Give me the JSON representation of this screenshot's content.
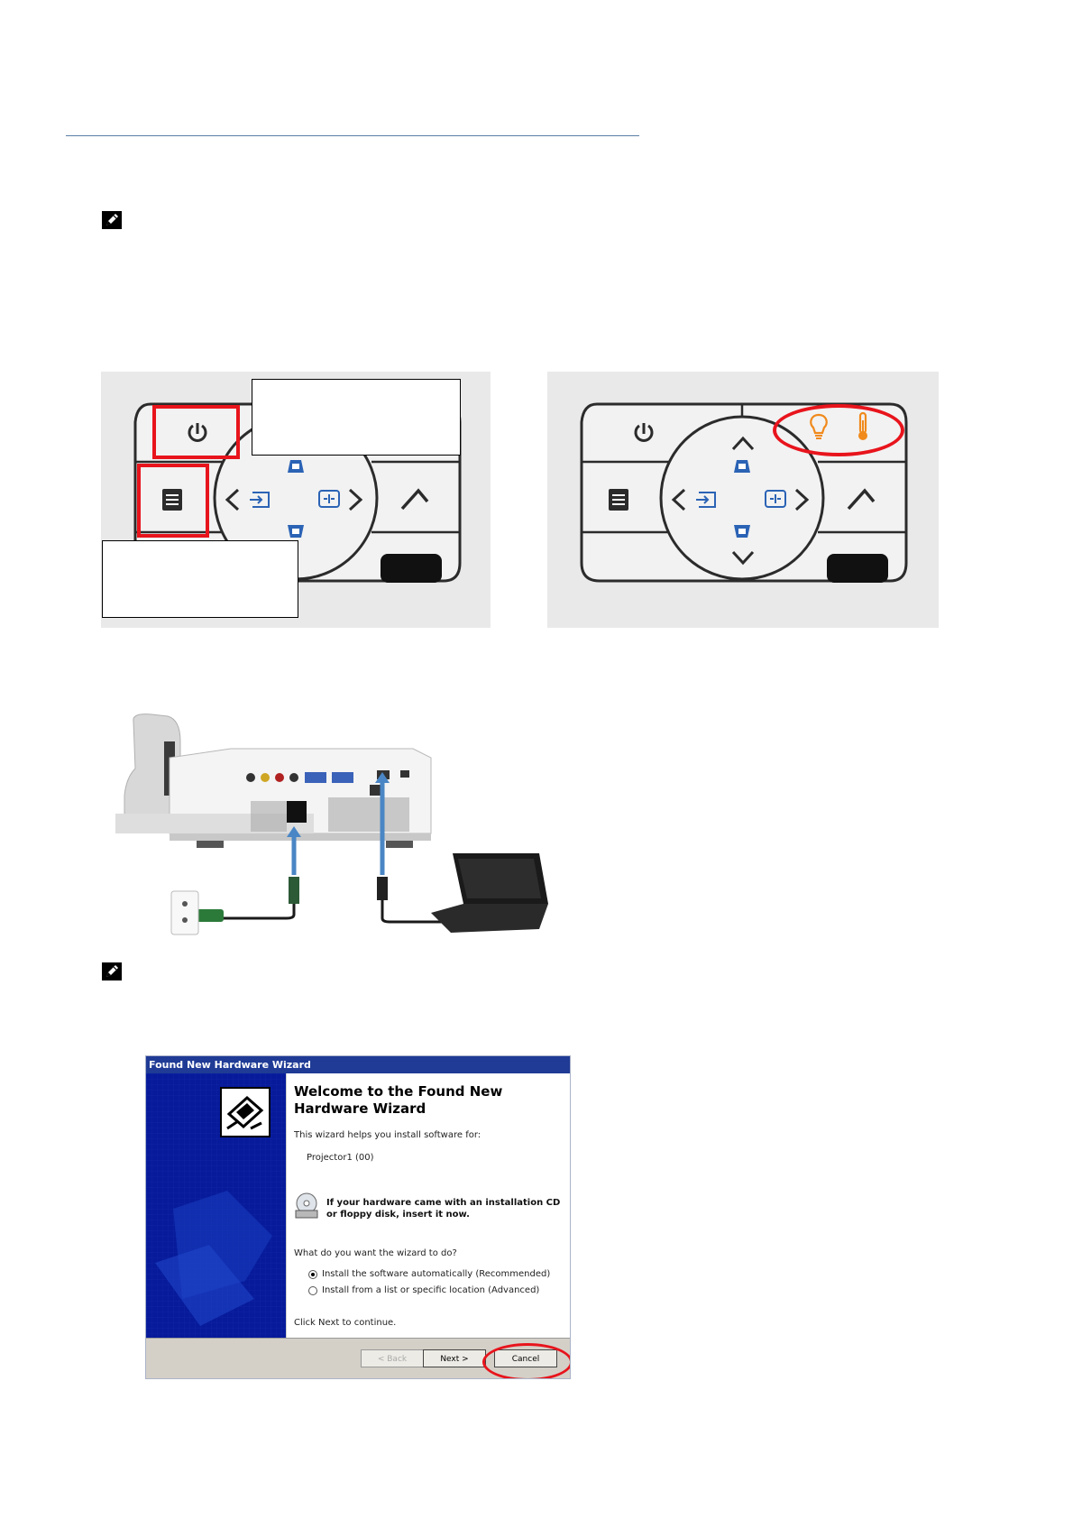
{
  "wizard": {
    "window_title": "Found New Hardware Wizard",
    "heading_line1": "Welcome to the Found New",
    "heading_line2": "Hardware Wizard",
    "intro": "This wizard helps you install software for:",
    "device": "Projector1 (00)",
    "cd_notice_line1": "If your hardware came with an installation CD",
    "cd_notice_line2": "or floppy disk, insert it now.",
    "question": "What do you want the wizard to do?",
    "options": [
      {
        "label": "Install the software automatically (Recommended)",
        "selected": true
      },
      {
        "label": "Install from a list or specific location (Advanced)",
        "selected": false
      }
    ],
    "continue_text": "Click Next to continue.",
    "buttons": {
      "back": "< Back",
      "next": "Next >",
      "cancel": "Cancel"
    }
  },
  "colors": {
    "highlight_box": "#e8141c",
    "highlight_ellipse": "#e8141c",
    "indicator_orange": "#f08a1c",
    "arrow_blue": "#4a86c5",
    "rule": "#5b7fa6"
  },
  "icons": [
    "note-pencil-icon",
    "power-icon",
    "menu-icon",
    "left-arrow-icon",
    "right-arrow-icon",
    "up-arrow-icon",
    "down-arrow-icon",
    "source-icon",
    "resize-icon",
    "keystone-up-icon",
    "keystone-down-icon",
    "auto-adjust-icon",
    "lamp-icon",
    "temperature-icon",
    "hardware-wizard-icon",
    "cd-icon"
  ]
}
